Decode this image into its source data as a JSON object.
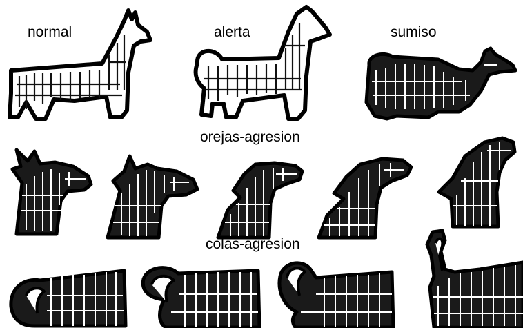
{
  "labels": {
    "normal": "normal",
    "alerta": "alerta",
    "sumiso": "sumiso",
    "orejas": "orejas-agresion",
    "colas": "colas-agresion"
  },
  "figures": {
    "postures": [
      {
        "name": "normal",
        "icon": "llama-normal-icon"
      },
      {
        "name": "alerta",
        "icon": "llama-alert-icon"
      },
      {
        "name": "sumiso",
        "icon": "llama-submissive-icon"
      }
    ],
    "ear_stages": 5,
    "tail_stages": 4
  },
  "colors": {
    "ink": "#000000",
    "paper": "#ffffff"
  }
}
